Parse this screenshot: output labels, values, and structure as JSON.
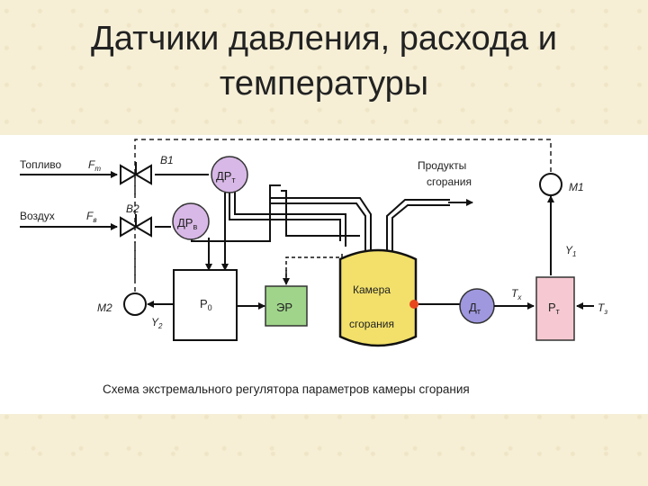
{
  "slide": {
    "title_line1": "Датчики давления, расхода и",
    "title_line2": "температуры"
  },
  "diagram": {
    "caption": "Схема экстремального регулятора параметров камеры сгорания",
    "fuel_label": "Топливо",
    "fuel_flow": "F",
    "fuel_flow_sub": "т",
    "air_label": "Воздух",
    "air_flow": "F",
    "air_flow_sub": "в",
    "valve1": "В1",
    "valve2": "В2",
    "dr_t": "ДР",
    "dr_t_sub": "т",
    "dr_v": "ДР",
    "dr_v_sub": "в",
    "products_line1": "Продукты",
    "products_line2": "сгорания",
    "m1": "М1",
    "m2": "М2",
    "y1": "Y",
    "y1_sub": "1",
    "y2": "Y",
    "y2_sub": "2",
    "p0": "Р",
    "p0_sub": "0",
    "er": "ЭР",
    "chamber_line1": "Камера",
    "chamber_line2": "сгорания",
    "dt": "Д",
    "dt_sub": "т",
    "tx": "Т",
    "tx_sub": "х",
    "pt": "Р",
    "pt_sub": "т",
    "tz": "Т",
    "tz_sub": "з"
  },
  "colors": {
    "background": "#f6efd6",
    "dr_circles": "#d8b8e6",
    "dt_circle": "#9f98df",
    "er_box": "#9fd48a",
    "chamber": "#f2e06a",
    "pt_box": "#f6c9d2",
    "flame": "#e8461c"
  }
}
